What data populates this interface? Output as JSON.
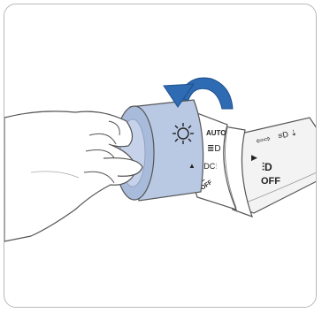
{
  "figure": {
    "rotation_arrow_color": "#2f6bb3",
    "switch_head_color": "#b9c8e3",
    "stalk_color": "#f2f2f2",
    "outline_color": "#555555"
  },
  "light_switch": {
    "positions": [
      {
        "icon": "auto-headlight-icon",
        "label": "AUTO"
      },
      {
        "icon": "headlight-icon",
        "label": ""
      },
      {
        "icon": "parking-light-icon",
        "label": ""
      },
      {
        "icon": "drl-off-icon",
        "label": "DRL OFF"
      }
    ],
    "head_icon": "light-bulb-icon",
    "indicator_symbol": "▲"
  },
  "fog_switch": {
    "positions": [
      {
        "icon": "front-fog-light-icon",
        "label": ""
      },
      {
        "icon": "off-position",
        "label": "OFF"
      }
    ],
    "indicator_symbol": "▶"
  },
  "stalk_symbols": {
    "turn_signals": "⇦⇨",
    "high_beam_flash": "≡D ⇣"
  }
}
